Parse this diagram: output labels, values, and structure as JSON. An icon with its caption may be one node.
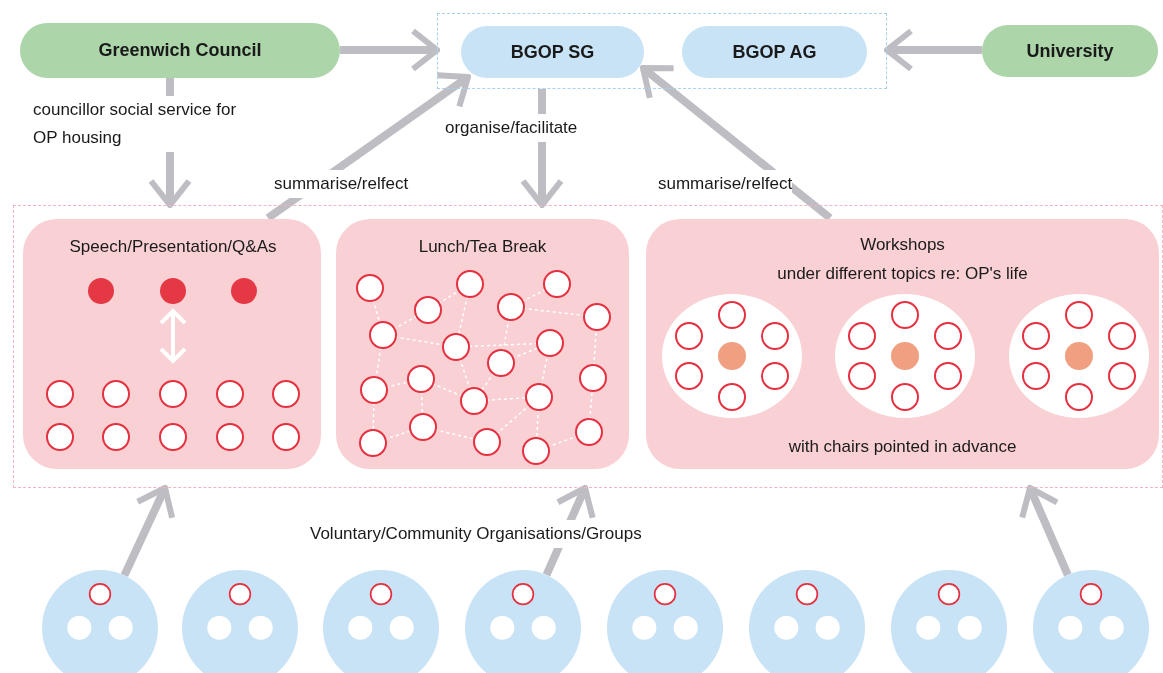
{
  "diagram": {
    "nodes": [
      {
        "text": [
          "Greenwich Council"
        ]
      },
      {
        "text": [],
        "shape": "box"
      },
      {
        "text": [
          "BGOP SG"
        ],
        "in": 1
      },
      {
        "text": [
          "BGOP AG"
        ],
        "in": 1
      },
      {
        "text": [
          "University"
        ]
      },
      {
        "text": [],
        "shape": "box"
      },
      {
        "text": [
          "Speech/Presentation/Q&As"
        ],
        "in": 5
      },
      {
        "text": [
          "Lunch/Tea Break"
        ],
        "in": 5
      },
      {
        "text": [
          "Workshops",
          "under different topics re: OP's life",
          "with chairs pointed in advance"
        ],
        "in": 5
      },
      {
        "text": [],
        "shape": "circle"
      },
      {
        "text": [],
        "shape": "circle"
      },
      {
        "text": [],
        "shape": "circle"
      },
      {
        "text": [],
        "shape": "circle"
      },
      {
        "text": [],
        "shape": "circle"
      },
      {
        "text": [],
        "shape": "circle"
      },
      {
        "text": [],
        "shape": "circle"
      },
      {
        "text": [],
        "shape": "circle"
      }
    ],
    "edges": [
      {
        "from": 0,
        "to": 1,
        "arrow": "to"
      },
      {
        "from": 4,
        "to": 1,
        "arrow": "to"
      },
      {
        "from": 0,
        "to": 5,
        "arrow": "to",
        "label": "councillor social service for OP housing"
      },
      {
        "from": 1,
        "to": 5,
        "arrow": "to",
        "label": "organise/facilitate"
      },
      {
        "from": 6,
        "to": 2,
        "arrow": "to",
        "label": "summarise/relfect"
      },
      {
        "from": 8,
        "to": 2,
        "arrow": "to",
        "label": "summarise/relfect"
      },
      {
        "from": 9,
        "to": 5,
        "arrow": "to"
      },
      {
        "from": 12,
        "to": 5,
        "arrow": "to"
      },
      {
        "from": 16,
        "to": 5,
        "arrow": "to"
      }
    ],
    "labels": [
      "Voluntary/Community Organisations/Groups"
    ]
  }
}
